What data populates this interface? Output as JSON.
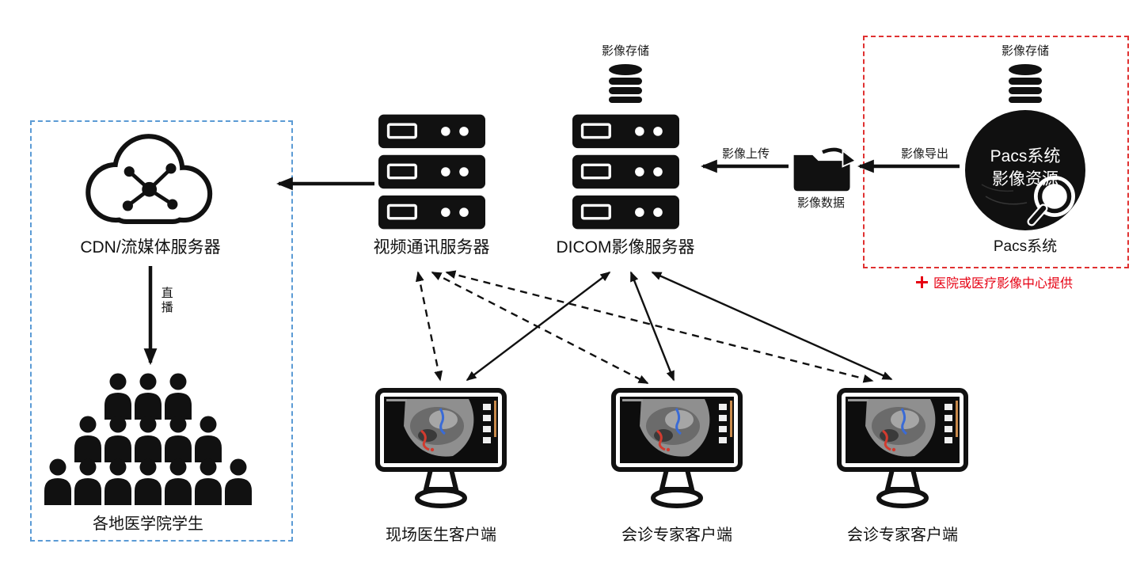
{
  "diagram": {
    "cdn": {
      "label": "CDN/流媒体服务器"
    },
    "live": {
      "label": "直播"
    },
    "students": {
      "label": "各地医学院学生"
    },
    "video_server": {
      "label": "视频通讯服务器"
    },
    "dicom_server": {
      "label": "DICOM影像服务器"
    },
    "dicom_storage": {
      "label": "影像存储"
    },
    "upload": {
      "label": "影像上传"
    },
    "folder": {
      "label": "影像数据"
    },
    "export": {
      "label": "影像导出"
    },
    "pacs_storage": {
      "label": "影像存储"
    },
    "pacs_circle": {
      "line1": "Pacs系统",
      "line2": "影像资源"
    },
    "pacs": {
      "label": "Pacs系统"
    },
    "provider_note": {
      "label": "医院或医疗影像中心提供"
    },
    "clients": [
      {
        "label": "现场医生客户端"
      },
      {
        "label": "会诊专家客户端"
      },
      {
        "label": "会诊专家客户端"
      }
    ]
  },
  "colors": {
    "icon_black": "#111111",
    "blue_group_box": "#5b9bd5",
    "red_group_box": "#e03131",
    "note_red": "#e60012",
    "ultrasound_blue": "#3a6bd6",
    "ultrasound_red": "#d23b2f"
  }
}
